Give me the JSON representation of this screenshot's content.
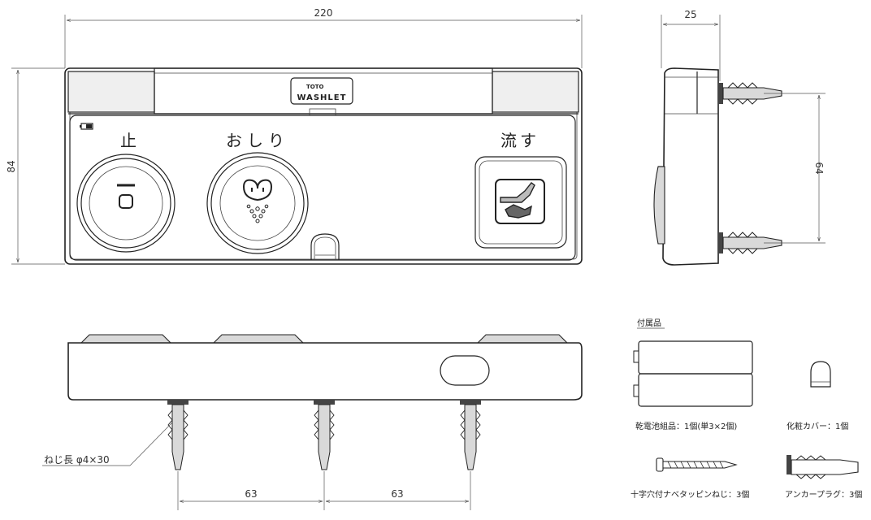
{
  "front_view": {
    "width_dim": "220",
    "height_dim": "84",
    "logo_brand": "TOTO",
    "logo_product": "WASHLET",
    "buttons": {
      "stop_label": "止",
      "bidet_label": "おしり",
      "flush_label": "流す"
    }
  },
  "side_view": {
    "depth_dim": "25",
    "anchor_spacing_dim": "64"
  },
  "bottom_view": {
    "screw_note": "ねじ長 φ4×30",
    "spacing_left": "63",
    "spacing_right": "63"
  },
  "accessories": {
    "heading": "付属品",
    "battery_label": "乾電池組品：1個(単3×2個)",
    "cover_label": "化粧カバー：1個",
    "screw_label": "十字穴付ナベタッピンねじ：3個",
    "anchor_label": "アンカープラグ：3個"
  }
}
